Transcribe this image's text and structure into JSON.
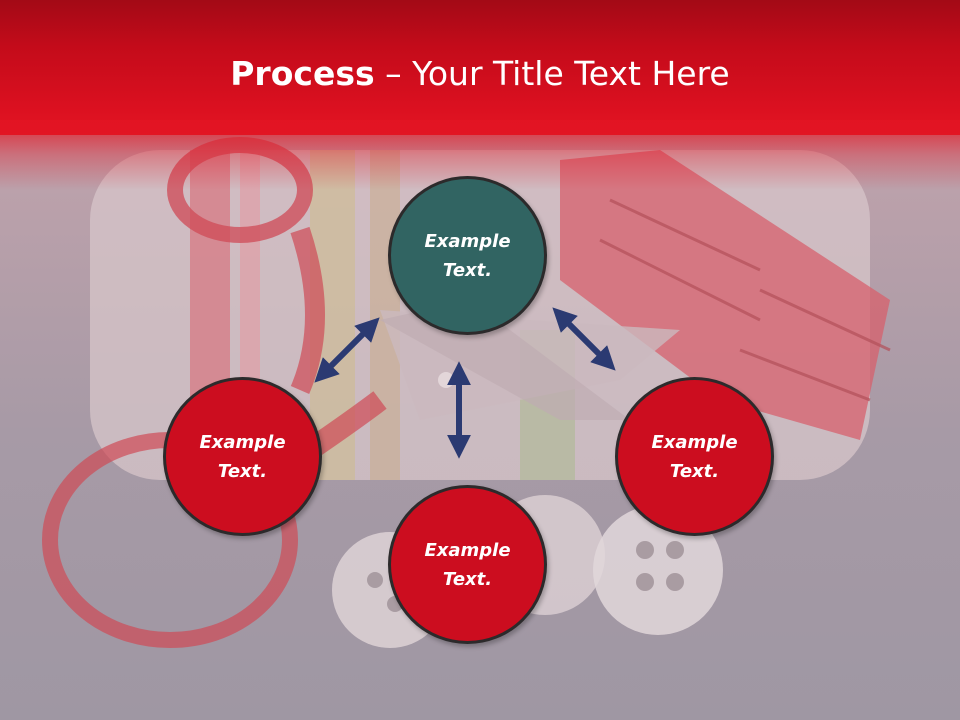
{
  "title": {
    "bold": "Process",
    "rest": " – Your Title Text Here"
  },
  "nodes": [
    {
      "text": "Example\nText.",
      "color": "#316462"
    },
    {
      "text": "Example\nText.",
      "color": "#cc0d1f"
    },
    {
      "text": "Example\nText.",
      "color": "#cc0d1f"
    },
    {
      "text": "Example\nText.",
      "color": "#cc0d1f"
    }
  ],
  "colors": {
    "header": "#db1020",
    "arrow": "#2b3a72",
    "node_border": "#2c2a2b"
  }
}
